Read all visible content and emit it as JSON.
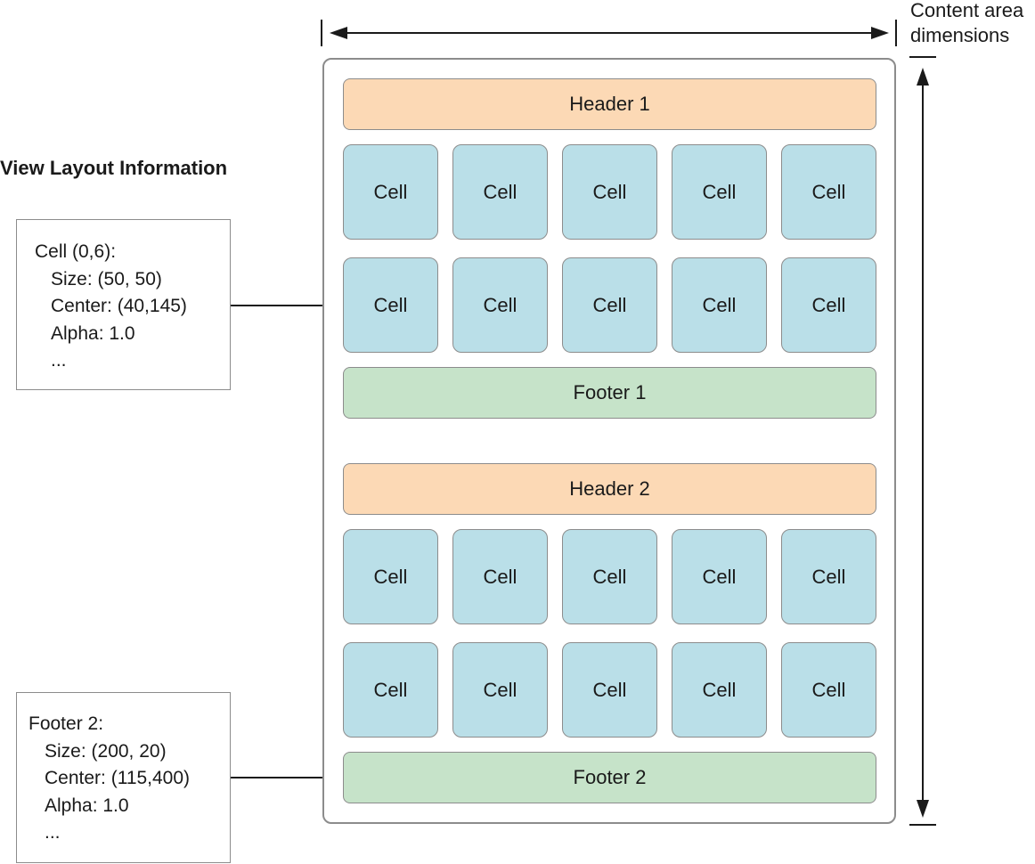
{
  "title": "View Layout Information",
  "content_area_label": [
    "Content area",
    "dimensions"
  ],
  "sections": [
    {
      "header": "Header 1",
      "rows": [
        [
          "Cell",
          "Cell",
          "Cell",
          "Cell",
          "Cell"
        ],
        [
          "Cell",
          "Cell",
          "Cell",
          "Cell",
          "Cell"
        ]
      ],
      "footer": "Footer 1"
    },
    {
      "header": "Header 2",
      "rows": [
        [
          "Cell",
          "Cell",
          "Cell",
          "Cell",
          "Cell"
        ],
        [
          "Cell",
          "Cell",
          "Cell",
          "Cell",
          "Cell"
        ]
      ],
      "footer": "Footer 2"
    }
  ],
  "info_boxes": [
    {
      "heading": "Cell (0,6):",
      "lines": [
        "Size: (50, 50)",
        "Center: (40,145)",
        "Alpha: 1.0",
        "..."
      ]
    },
    {
      "heading": "Footer 2:",
      "lines": [
        "Size: (200, 20)",
        "Center: (115,400)",
        "Alpha: 1.0",
        "..."
      ]
    }
  ],
  "colors": {
    "header": "#fcd9b5",
    "footer": "#c6e3c9",
    "cell": "#badfe8",
    "border": "#8c8c8c"
  }
}
